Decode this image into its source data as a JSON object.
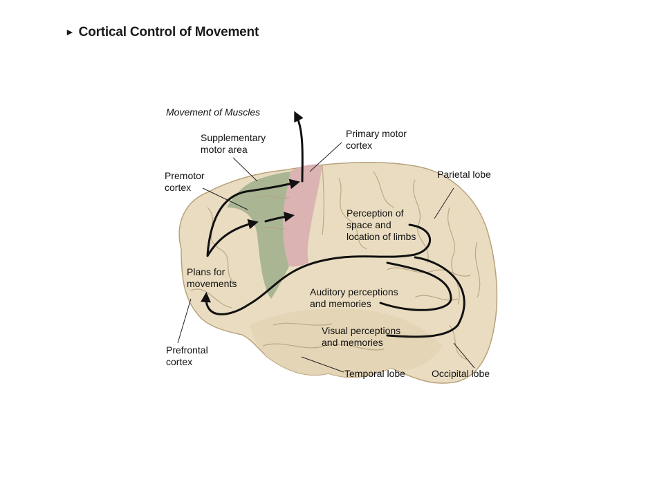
{
  "header": {
    "bullet": "►",
    "title": "Cortical Control of Movement"
  },
  "labels": {
    "movement_of_muscles": "Movement of Muscles",
    "supplementary_motor_area": [
      "Supplementary",
      "motor area"
    ],
    "primary_motor_cortex": [
      "Primary motor",
      "cortex"
    ],
    "premotor_cortex": [
      "Premotor",
      "cortex"
    ],
    "parietal_lobe": "Parietal lobe",
    "perception_space": [
      "Perception of",
      "space and",
      "location of limbs"
    ],
    "plans_for_movements": [
      "Plans for",
      "movements"
    ],
    "auditory": [
      "Auditory perceptions",
      "and memories"
    ],
    "visual": [
      "Visual perceptions",
      "and memories"
    ],
    "prefrontal_cortex": [
      "Prefrontal",
      "cortex"
    ],
    "temporal_lobe": "Temporal lobe",
    "occipital_lobe": "Occipital lobe"
  },
  "colors": {
    "brain": "#e9dcc0",
    "brain_shadow": "#c9b895",
    "gyrus_line": "#b6a47f",
    "premotor": "#9fae8c",
    "motor": "#d9aeb0",
    "arrow": "#111111"
  }
}
